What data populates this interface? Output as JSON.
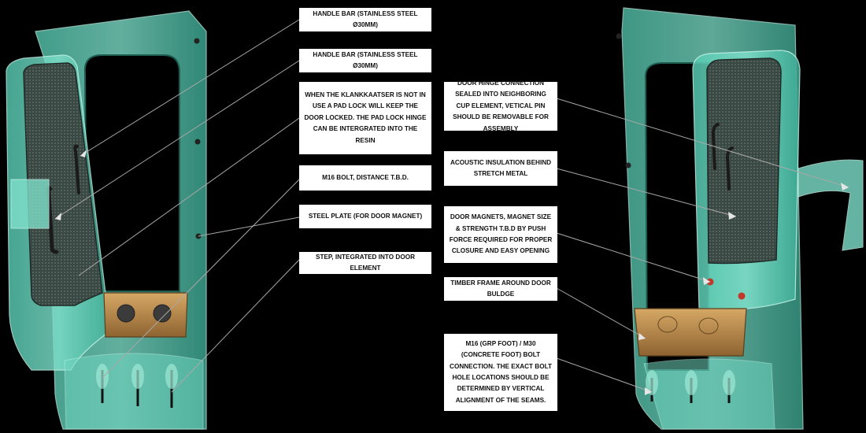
{
  "left_labels": [
    "HANDLE BAR (STAINLESS STEEL Ø30MM)",
    "HANDLE BAR (STAINLESS STEEL Ø30MM)",
    "WHEN THE KLANKKAATSER IS NOT IN USE A PAD LOCK WILL KEEP THE DOOR LOCKED. THE PAD LOCK HINGE CAN BE INTERGRATED INTO THE RESIN",
    "M16 BOLT, DISTANCE T.B.D.",
    "STEEL PLATE (FOR DOOR MAGNET)",
    "STEP, INTEGRATED INTO DOOR ELEMENT"
  ],
  "right_labels": [
    "DOOR HINGE CONNECTION SEALED INTO NEIGHBORING CUP ELEMENT, VETICAL PIN SHOULD BE REMOVABLE FOR ASSEMBLY",
    "ACOUSTIC INSULATION BEHIND STRETCH METAL",
    "DOOR MAGNETS, MAGNET SIZE & STRENGTH T.B.D BY PUSH FORCE REQUIRED FOR PROPER CLOSURE AND EASY OPENING",
    "TIMBER FRAME AROUND DOOR BULDGE",
    "M16 (GRP FOOT) / M30 (CONCRETE FOOT) BOLT CONNECTION. THE EXACT BOLT HOLE LOCATIONS SHOULD BE DETERMINED BY VERTICAL ALIGNMENT OF THE SEAMS."
  ],
  "colors": {
    "background": "#000000",
    "resin": "#5fd0b8",
    "resin_dark": "#2f8f7c",
    "mesh": "#3c4a44",
    "timber": "#b68a4a",
    "label_bg": "#ffffff",
    "leader": "#9a9a9a"
  },
  "icons": [
    "left-door-assembly-image",
    "right-door-assembly-image"
  ]
}
